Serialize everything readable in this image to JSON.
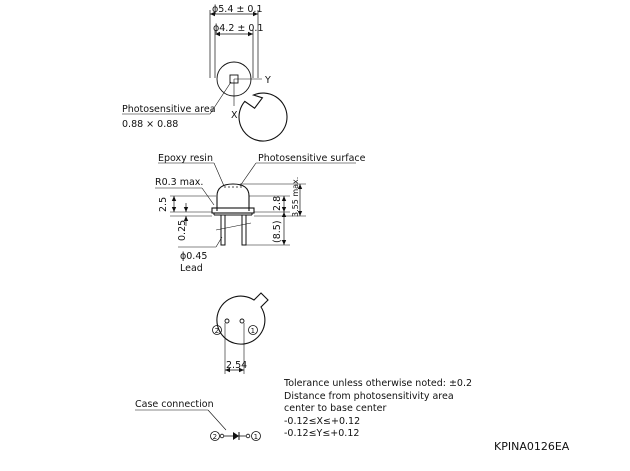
{
  "top_view": {
    "outer_diameter": "ϕ5.4 ± 0.1",
    "inner_diameter": "ϕ4.2 ± 0.1",
    "axis_y": "Y",
    "axis_x": "X",
    "area_label": "Photosensitive area",
    "area_value": "0.88 × 0.88"
  },
  "side_view": {
    "epoxy_label": "Epoxy resin",
    "surface_label": "Photosensitive surface",
    "radius_label": "R0.3 max.",
    "dim_2_5": "2.5",
    "dim_0_25": "0.25",
    "dim_2_8": "2.8",
    "dim_3_55": "3.55 max.",
    "dim_8_5": "(8.5)",
    "lead_dia": "ϕ0.45",
    "lead_label": "Lead"
  },
  "bottom_view": {
    "pin2": "2",
    "pin1": "1",
    "pitch": "2.54"
  },
  "case_connection": {
    "label": "Case connection",
    "pin2": "2",
    "pin1": "1"
  },
  "notes": {
    "line1": "Tolerance unless otherwise noted: ±0.2",
    "line2": "Distance from photosensitivity area",
    "line3": "center to base center",
    "line4": "-0.12≤X≤+0.12",
    "line5": "-0.12≤Y≤+0.12"
  },
  "drawing_code": "KPINA0126EA"
}
